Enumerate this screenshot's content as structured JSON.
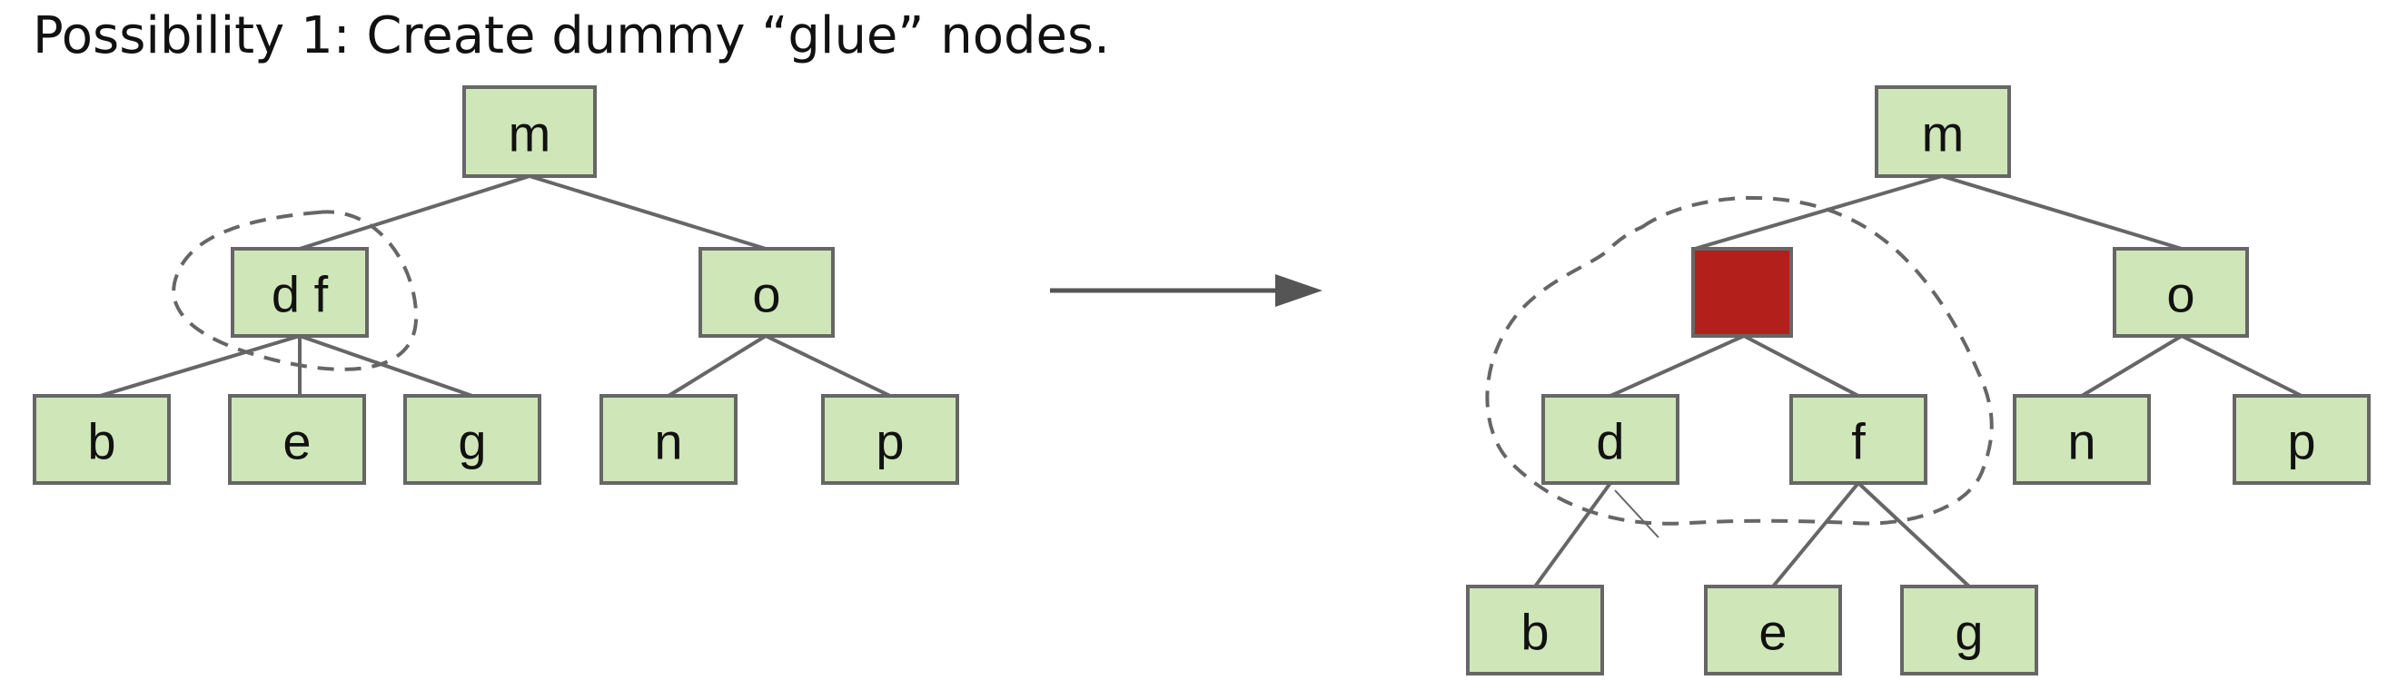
{
  "heading": "Possibility 1: Create dummy “glue” nodes.",
  "colors": {
    "node_fill": "#cfe6b8",
    "node_stroke": "#666666",
    "glue_node_fill": "#b3201c",
    "edge": "#666666"
  },
  "before_tree": {
    "root": "m",
    "left_child": "d f",
    "right_child": "o",
    "leaves": [
      "b",
      "e",
      "g",
      "n",
      "p"
    ]
  },
  "after_tree": {
    "root": "m",
    "glue_node": "",
    "right_child": "o",
    "glue_children": [
      "d",
      "f"
    ],
    "d_children": [
      "b"
    ],
    "f_children": [
      "e",
      "g"
    ],
    "o_children": [
      "n",
      "p"
    ]
  }
}
